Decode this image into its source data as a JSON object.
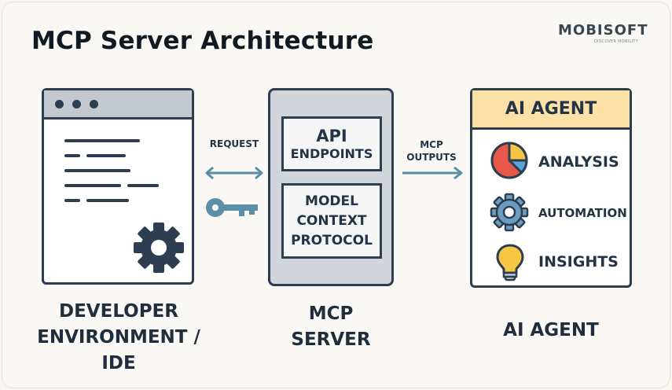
{
  "title": "MCP Server Architecture",
  "logo": {
    "name": "MOBISOFT",
    "tagline": "DISCOVER MOBILITY"
  },
  "developer": {
    "label_line1": "DEVELOPER",
    "label_line2": "ENVIRONMENT /",
    "label_line3": "IDE"
  },
  "connector_left": {
    "label": "REQUEST"
  },
  "mcp_server": {
    "api_line1": "API",
    "api_line2": "ENDPOINTS",
    "model_line1": "MODEL",
    "model_line2": "CONTEXT",
    "model_line3": "PROTOCOL",
    "label_line1": "MCP",
    "label_line2": "SERVER"
  },
  "connector_right": {
    "label_line1": "MCP",
    "label_line2": "OUTPUTS"
  },
  "ai_agent": {
    "header": "AI AGENT",
    "items": [
      {
        "label": "ANALYSIS",
        "icon": "pie-chart-icon"
      },
      {
        "label": "AUTOMATION",
        "icon": "gear-icon"
      },
      {
        "label": "INSIGHTS",
        "icon": "lightbulb-icon"
      }
    ],
    "label": "AI AGENT"
  },
  "colors": {
    "outline": "#2d3e50",
    "agent_header": "#fbe1a6",
    "server_fill": "#d2d5da",
    "arrow": "#5b8fa8",
    "pie_red": "#e8584a",
    "pie_yellow": "#f6c445",
    "pie_blue": "#5ca5d8",
    "gear_blue": "#6c9cc2",
    "bulb_yellow": "#f7c744"
  }
}
